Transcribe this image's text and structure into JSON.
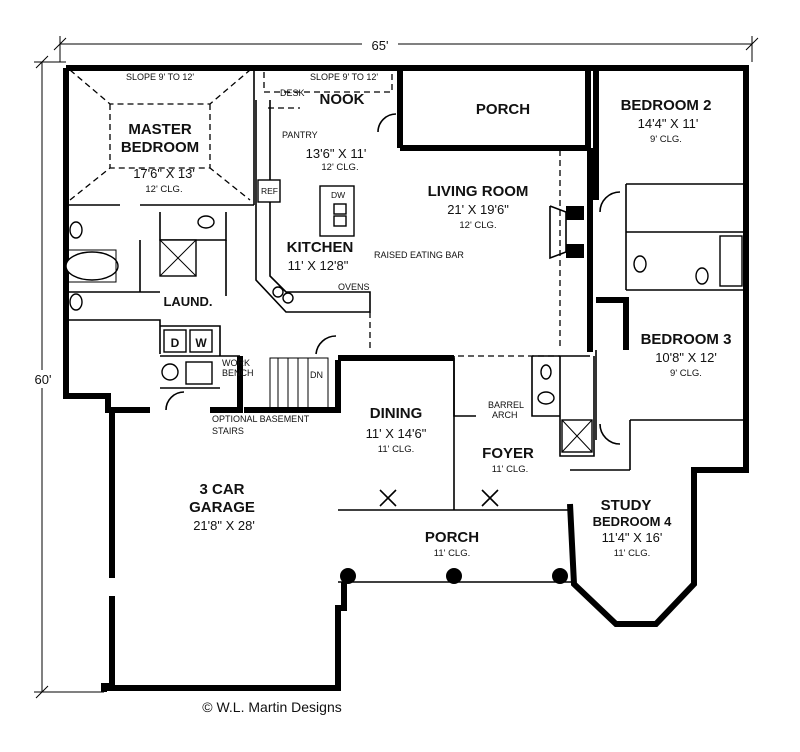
{
  "dimensions": {
    "width_label": "65'",
    "depth_label": "60'"
  },
  "rooms": {
    "master": {
      "name_line1": "MASTER",
      "name_line2": "BEDROOM",
      "size": "17'6\" X 13'",
      "ceiling": "12' CLG.",
      "slope": "SLOPE 9' TO 12'"
    },
    "nook": {
      "name": "NOOK",
      "slope": "SLOPE 9' TO 12'",
      "desk": "DESK",
      "pantry": "PANTRY",
      "size": "13'6\" X 11'",
      "ceiling": "12' CLG."
    },
    "porch_rear": {
      "name": "PORCH"
    },
    "bedroom2": {
      "name": "BEDROOM 2",
      "size": "14'4\" X 11'",
      "ceiling": "9' CLG."
    },
    "living": {
      "name": "LIVING ROOM",
      "size": "21' X 19'6\"",
      "ceiling": "12' CLG."
    },
    "kitchen": {
      "name": "KITCHEN",
      "size": "11' X 12'8\"",
      "ref": "REF",
      "dw": "DW",
      "ovens": "OVENS",
      "eating_bar": "RAISED EATING BAR"
    },
    "laundry": {
      "name": "LAUND.",
      "dryer": "D",
      "washer": "W",
      "work_bench_line1": "WORK",
      "work_bench_line2": "BENCH",
      "down": "DN",
      "basement_line1": "OPTIONAL BASEMENT",
      "basement_line2": "STAIRS"
    },
    "bedroom3": {
      "name": "BEDROOM 3",
      "size": "10'8\" X 12'",
      "ceiling": "9' CLG."
    },
    "dining": {
      "name": "DINING",
      "size": "11' X 14'6\"",
      "ceiling": "11' CLG."
    },
    "foyer": {
      "name": "FOYER",
      "ceiling": "11' CLG.",
      "arch_line1": "BARREL",
      "arch_line2": "ARCH"
    },
    "garage": {
      "name_line1": "3 CAR",
      "name_line2": "GARAGE",
      "size": "21'8\" X 28'"
    },
    "porch_front": {
      "name": "PORCH",
      "ceiling": "11' CLG."
    },
    "study": {
      "name_line1": "STUDY",
      "name_line2": "BEDROOM 4",
      "size": "11'4\" X 16'",
      "ceiling": "11' CLG."
    }
  },
  "copyright": "© W.L. Martin Designs"
}
